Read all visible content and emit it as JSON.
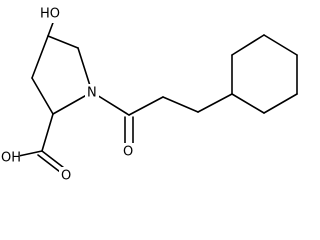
{
  "molecule": {
    "atoms": {
      "hydroxyl": "HO",
      "nitrogen": "N",
      "carbonyl_oxygen": "O",
      "carboxylic_acid": "OH",
      "carboxyl_oxygen": "O"
    }
  }
}
